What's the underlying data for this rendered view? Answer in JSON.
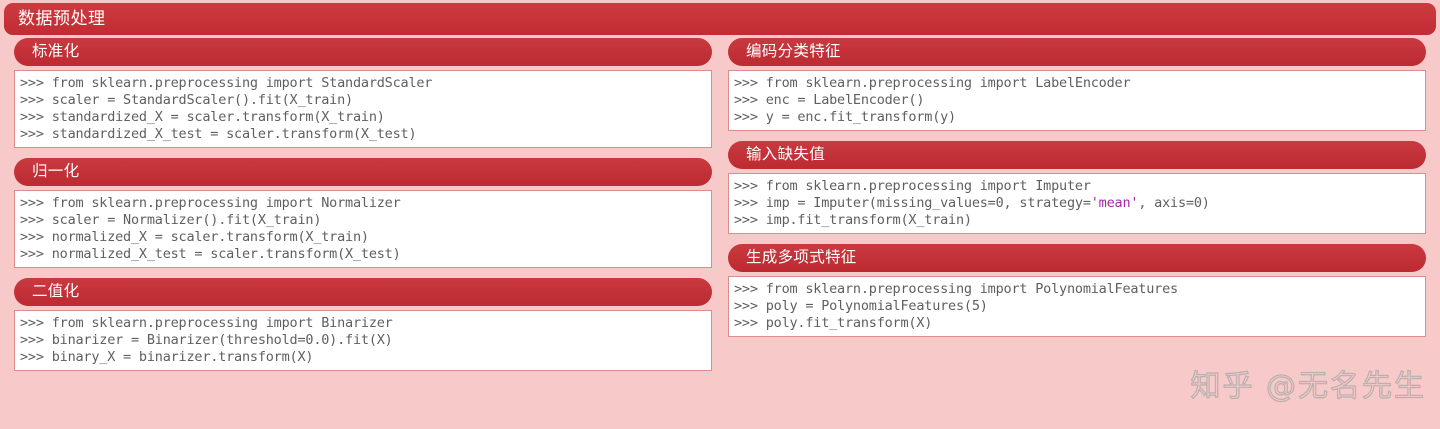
{
  "title": "数据预处理",
  "theme": {
    "header_red": "#c22b33",
    "panel_red": "#bd2a31",
    "body_pink": "#f7c9c9",
    "code_border": "#e08b8b",
    "code_text": "#5f5f5f",
    "string_literal": "#a626a6"
  },
  "watermark": "知乎 @无名先生",
  "columns": [
    {
      "side": "left",
      "panels": [
        {
          "name": "standardization",
          "header": "标准化",
          "lines": [
            [
              {
                "t": ">>> from sklearn.preprocessing import StandardScaler"
              }
            ],
            [
              {
                "t": ">>> scaler = StandardScaler().fit(X_train)"
              }
            ],
            [
              {
                "t": ">>> standardized_X = scaler.transform(X_train)"
              }
            ],
            [
              {
                "t": ">>> standardized_X_test = scaler.transform(X_test)"
              }
            ]
          ]
        },
        {
          "name": "normalization",
          "header": "归一化",
          "lines": [
            [
              {
                "t": ">>> from sklearn.preprocessing import Normalizer"
              }
            ],
            [
              {
                "t": ">>> scaler = Normalizer().fit(X_train)"
              }
            ],
            [
              {
                "t": ">>> normalized_X = scaler.transform(X_train)"
              }
            ],
            [
              {
                "t": ">>> normalized_X_test = scaler.transform(X_test)"
              }
            ]
          ]
        },
        {
          "name": "binarization",
          "header": "二值化",
          "lines": [
            [
              {
                "t": ">>> from sklearn.preprocessing import Binarizer"
              }
            ],
            [
              {
                "t": ">>> binarizer = Binarizer(threshold=0.0).fit(X)"
              }
            ],
            [
              {
                "t": ">>> binary_X = binarizer.transform(X)"
              }
            ]
          ]
        }
      ]
    },
    {
      "side": "right",
      "panels": [
        {
          "name": "encoding-categorical-features",
          "header": "编码分类特征",
          "lines": [
            [
              {
                "t": ">>> from sklearn.preprocessing import LabelEncoder"
              }
            ],
            [
              {
                "t": ">>> enc = LabelEncoder()"
              }
            ],
            [
              {
                "t": ">>> y = enc.fit_transform(y)"
              }
            ]
          ]
        },
        {
          "name": "imputing-missing-values",
          "header": "输入缺失值",
          "lines": [
            [
              {
                "t": ">>> from sklearn.preprocessing import Imputer"
              }
            ],
            [
              {
                "t": ">>> imp = Imputer(missing_values=0, strategy="
              },
              {
                "t": "'mean'",
                "c": "str"
              },
              {
                "t": ", axis=0)"
              }
            ],
            [
              {
                "t": ">>> imp.fit_transform(X_train)"
              }
            ]
          ]
        },
        {
          "name": "generating-polynomial-features",
          "header": "生成多项式特征",
          "lines": [
            [
              {
                "t": ">>> from sklearn.preprocessing import PolynomialFeatures"
              }
            ],
            [
              {
                "t": ">>> poly = PolynomialFeatures(5)"
              }
            ],
            [
              {
                "t": ">>> poly.fit_transform(X)"
              }
            ]
          ]
        }
      ]
    }
  ]
}
